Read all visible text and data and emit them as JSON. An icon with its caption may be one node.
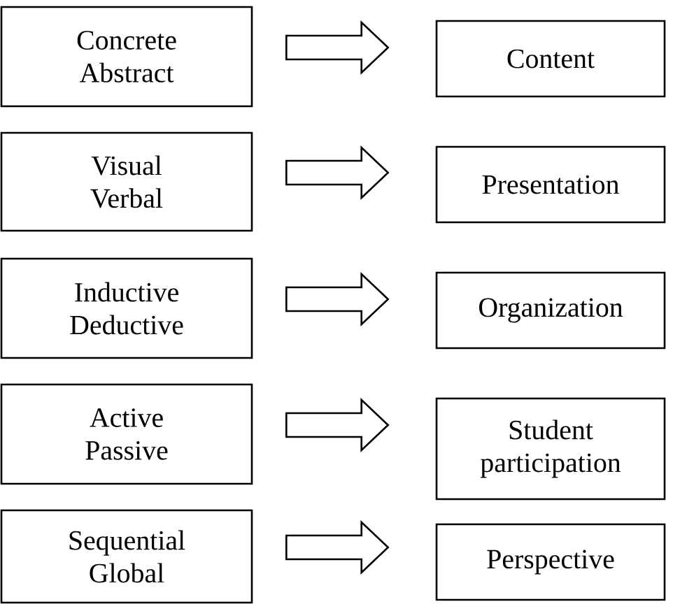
{
  "diagram": {
    "nodes": [
      {
        "text": [
          "Concrete",
          "Abstract"
        ]
      },
      {
        "text": [
          "Content"
        ]
      },
      {
        "text": [
          "Visual",
          "Verbal"
        ]
      },
      {
        "text": [
          "Presentation"
        ]
      },
      {
        "text": [
          "Inductive",
          "Deductive"
        ]
      },
      {
        "text": [
          "Organization"
        ]
      },
      {
        "text": [
          "Active",
          "Passive"
        ]
      },
      {
        "text": [
          "Student participation"
        ]
      },
      {
        "text": [
          "Sequential",
          "Global"
        ]
      },
      {
        "text": [
          "Perspective"
        ]
      }
    ],
    "edges": [
      {
        "from": 0,
        "to": 1,
        "arrow": "to"
      },
      {
        "from": 2,
        "to": 3,
        "arrow": "to"
      },
      {
        "from": 4,
        "to": 5,
        "arrow": "to"
      },
      {
        "from": 6,
        "to": 7,
        "arrow": "to"
      },
      {
        "from": 8,
        "to": 9,
        "arrow": "to"
      }
    ]
  }
}
